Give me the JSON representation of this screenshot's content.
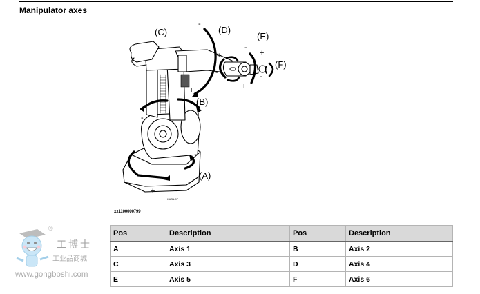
{
  "section": {
    "title": "Manipulator axes"
  },
  "figure": {
    "id": "xx1100000799",
    "labels": {
      "a": "(A)",
      "b": "(B)",
      "c": "(C)",
      "d": "(D)",
      "e": "(E)",
      "f": "(F)"
    },
    "signs": {
      "plus": "+",
      "minus": "-"
    },
    "stamp": "KAS1-97"
  },
  "table": {
    "headers": [
      "Pos",
      "Description",
      "Pos",
      "Description"
    ],
    "rows": [
      [
        "A",
        "Axis 1",
        "B",
        "Axis 2"
      ],
      [
        "C",
        "Axis 3",
        "D",
        "Axis 4"
      ],
      [
        "E",
        "Axis 5",
        "F",
        "Axis 6"
      ]
    ]
  },
  "watermark": {
    "registered": "®",
    "brand_cn": "工博士",
    "subtitle_cn": "工业品商城",
    "url": "www.gongboshi.com"
  }
}
